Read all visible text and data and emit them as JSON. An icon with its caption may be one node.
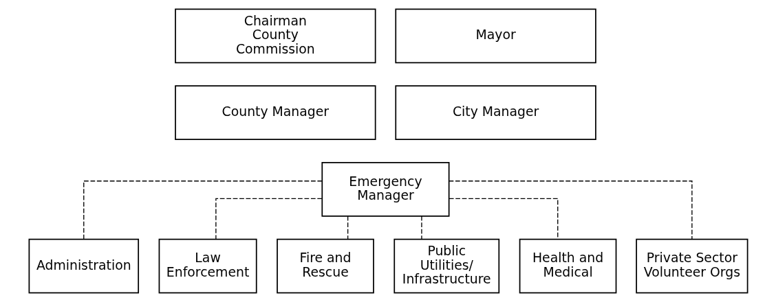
{
  "diagram": {
    "nodes": [
      {
        "text": [
          "Chairman County Commission"
        ]
      },
      {
        "text": [
          "Mayor"
        ]
      },
      {
        "text": [
          "County Manager"
        ]
      },
      {
        "text": [
          "City Manager"
        ]
      },
      {
        "text": [
          "Emergency Manager"
        ]
      },
      {
        "text": [
          "Administration"
        ]
      },
      {
        "text": [
          "Law Enforcement"
        ]
      },
      {
        "text": [
          "Fire and Rescue"
        ]
      },
      {
        "text": [
          "Public Utilities/ Infrastructure"
        ]
      },
      {
        "text": [
          "Health and Medical"
        ]
      },
      {
        "text": [
          "Private Sector Volunteer Orgs"
        ]
      }
    ],
    "edges": [
      {
        "from": 4,
        "to": 5,
        "arrow": "none",
        "style": "dashed"
      },
      {
        "from": 4,
        "to": 6,
        "arrow": "none",
        "style": "dashed"
      },
      {
        "from": 4,
        "to": 7,
        "arrow": "none",
        "style": "dashed"
      },
      {
        "from": 4,
        "to": 8,
        "arrow": "none",
        "style": "dashed"
      },
      {
        "from": 4,
        "to": 9,
        "arrow": "none",
        "style": "dashed"
      },
      {
        "from": 4,
        "to": 10,
        "arrow": "none",
        "style": "dashed"
      }
    ]
  }
}
